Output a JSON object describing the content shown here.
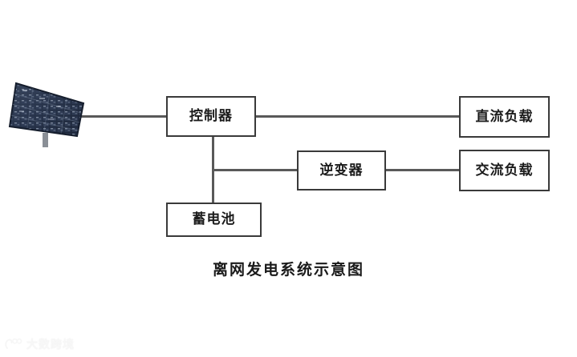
{
  "diagram": {
    "caption": "离网发电系统示意图",
    "background_color": "#ffffff",
    "line_color": "#595959",
    "box_border_color": "#3a3a3a",
    "text_color": "#1c1c1c",
    "panel_color": "#2b3a4f",
    "nodes": [
      {
        "id": "solar-panel",
        "label": "",
        "icon": "solar-panel-icon"
      },
      {
        "id": "controller",
        "label": "控制器"
      },
      {
        "id": "dc-load",
        "label": "直流负载"
      },
      {
        "id": "inverter",
        "label": "逆变器"
      },
      {
        "id": "ac-load",
        "label": "交流负载"
      },
      {
        "id": "battery",
        "label": "蓄电池"
      }
    ],
    "connections": [
      {
        "from": "solar-panel",
        "to": "controller"
      },
      {
        "from": "controller",
        "to": "dc-load"
      },
      {
        "from": "controller",
        "to": "battery"
      },
      {
        "from": "controller",
        "to": "inverter"
      },
      {
        "from": "inverter",
        "to": "ac-load"
      }
    ]
  },
  "watermark": {
    "text": "大数跨境",
    "color": "#f2f2f2"
  }
}
